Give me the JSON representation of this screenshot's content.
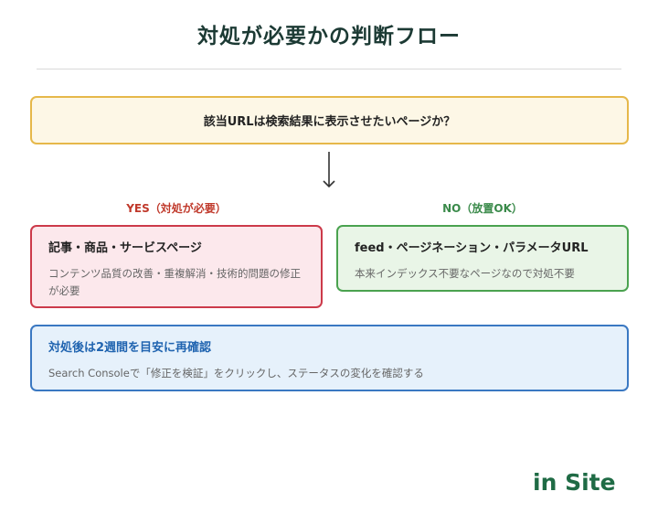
{
  "title": "対処が必要かの判断フロー",
  "question": "該当URLは検索結果に表示させたいページか？",
  "yes_branch": {
    "label": "YES（対処が必要）",
    "heading": "記事・商品・サービスページ",
    "description": "コンテンツ品質の改善・重複解消・技術的問題の修正が必要",
    "color": "#cc3a4a"
  },
  "no_branch": {
    "label": "NO（放置OK）",
    "heading": "feed・ページネーション・パラメータURL",
    "description": "本来インデックス不要なページなので対処不要",
    "color": "#4aa24f"
  },
  "followup": {
    "heading": "対処後は2週間を目安に再確認",
    "description": "Search Consoleで「修正を検証」をクリックし、ステータスの変化を確認する",
    "color": "#3a78c2"
  },
  "logo": "in Site",
  "arrow_icon": "down-arrow-icon"
}
